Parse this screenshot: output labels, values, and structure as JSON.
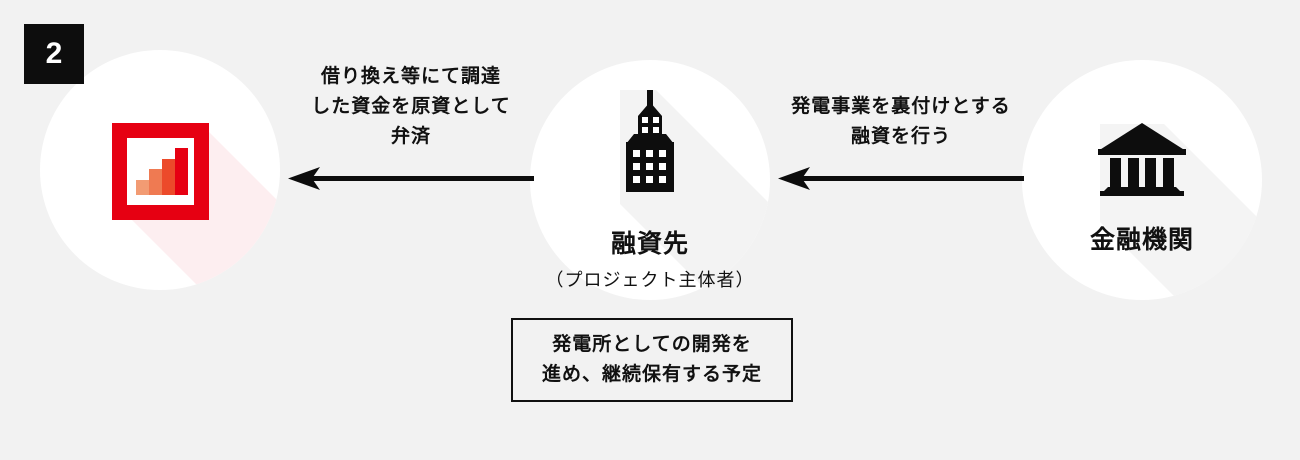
{
  "step": {
    "number": "2"
  },
  "nodes": [
    {
      "id": "refinance",
      "icon": "bar-chart-growth-icon",
      "label": "",
      "sublabel": ""
    },
    {
      "id": "borrower",
      "icon": "office-building-icon",
      "label": "融資先",
      "sublabel": "（プロジェクト主体者）"
    },
    {
      "id": "lender",
      "icon": "bank-institution-icon",
      "label": "金融機関",
      "sublabel": ""
    }
  ],
  "arrows": [
    {
      "id": "left",
      "direction": "left",
      "caption_lines": [
        "借り換え等にて調達",
        "した資金を原資として",
        "弁済"
      ]
    },
    {
      "id": "right",
      "direction": "left",
      "caption_lines": [
        "発電事業を裏付けとする",
        "融資を行う"
      ]
    }
  ],
  "note_box": {
    "lines": [
      "発電所としての開発を",
      "進め、継続保有する予定"
    ]
  },
  "colors": {
    "background": "#f2f2f2",
    "circle": "#ffffff",
    "ink": "#111111",
    "badge_bg": "#0d0d0d",
    "badge_text": "#ffffff",
    "accent_red": "#e60012",
    "bar_1": "#f29b73",
    "bar_2": "#ef7a52",
    "bar_3": "#ec4a2a",
    "bar_4": "#e60012",
    "shadow_pink": "#fdeef0",
    "shadow_gray": "#f3f3f3"
  }
}
